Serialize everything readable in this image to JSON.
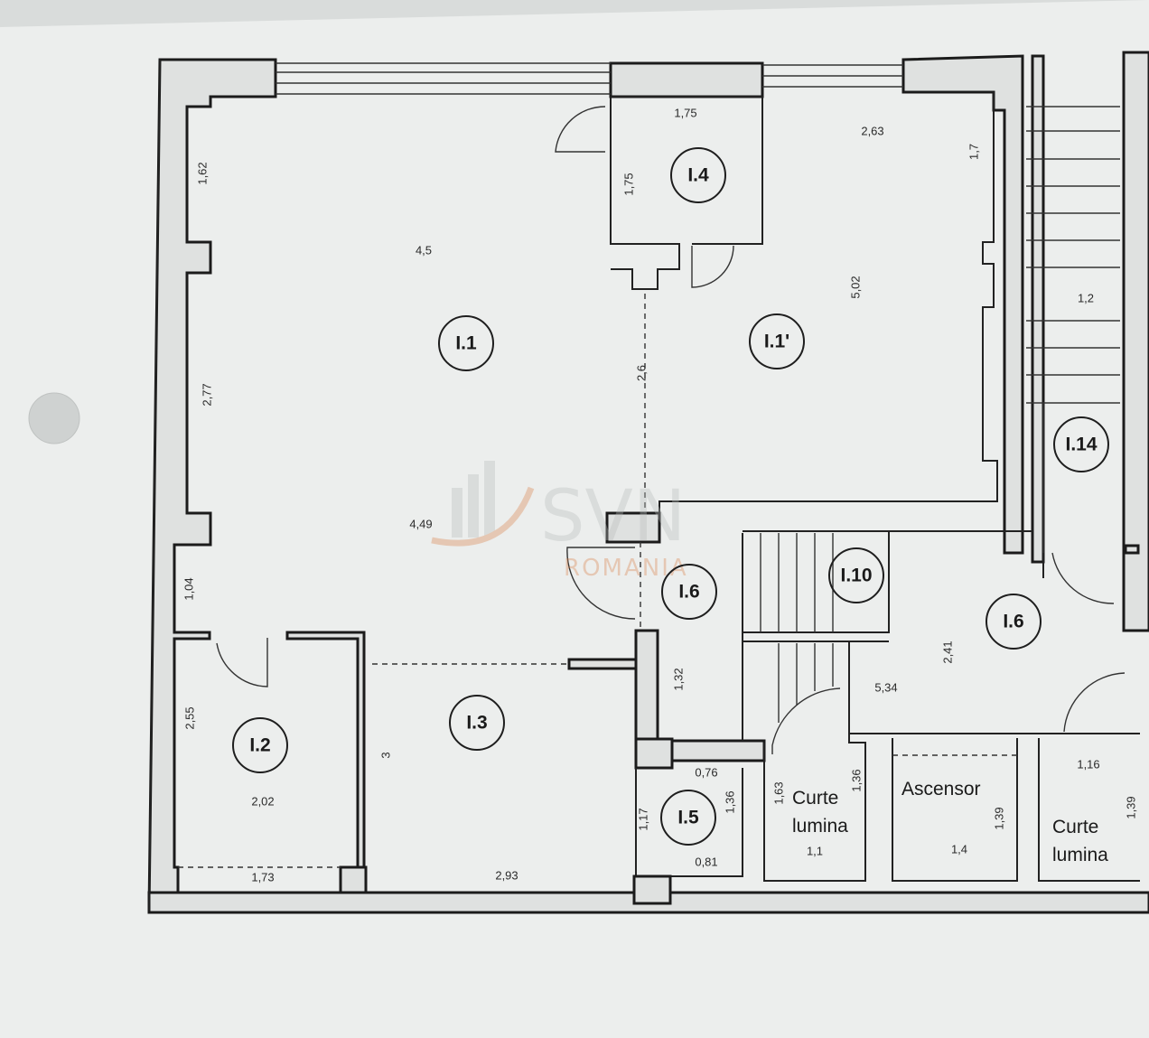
{
  "rooms": {
    "r1": "I.1",
    "r1p": "I.1'",
    "r2": "I.2",
    "r3": "I.3",
    "r4": "I.4",
    "r5": "I.5",
    "r6a": "I.6",
    "r6b": "I.6",
    "r10": "I.10",
    "r14": "I.14"
  },
  "labels": {
    "curte1_l1": "Curte",
    "curte1_l2": "lumina",
    "ascensor": "Ascensor",
    "curte2_l1": "Curte",
    "curte2_l2": "lumina"
  },
  "dimensions": {
    "d1_75_top": "1,75",
    "d2_63": "2,63",
    "d1_62": "1,62",
    "d1_75_side": "1,75",
    "d1_7": "1,7",
    "d4_5": "4,5",
    "d5_02": "5,02",
    "d1_2": "1,2",
    "d2_6": "2,6",
    "d2_77": "2,77",
    "d4_49": "4,49",
    "d1_04": "1,04",
    "d2_41": "2,41",
    "d1_32": "1,32",
    "d5_34": "5,34",
    "d2_55": "2,55",
    "d3": "3",
    "d0_76": "0,76",
    "d1_16": "1,16",
    "d1_36_a": "1,36",
    "d1_63": "1,63",
    "d2_02": "2,02",
    "d1_17": "1,17",
    "d1_36_b": "1,36",
    "d1_39_a": "1,39",
    "d1_39_b": "1,39",
    "d1_1": "1,1",
    "d1_4": "1,4",
    "d0_81": "0,81",
    "d1_73": "1,73",
    "d2_93": "2,93"
  },
  "watermark": {
    "brand": "SVN",
    "country": "ROMANIA"
  }
}
